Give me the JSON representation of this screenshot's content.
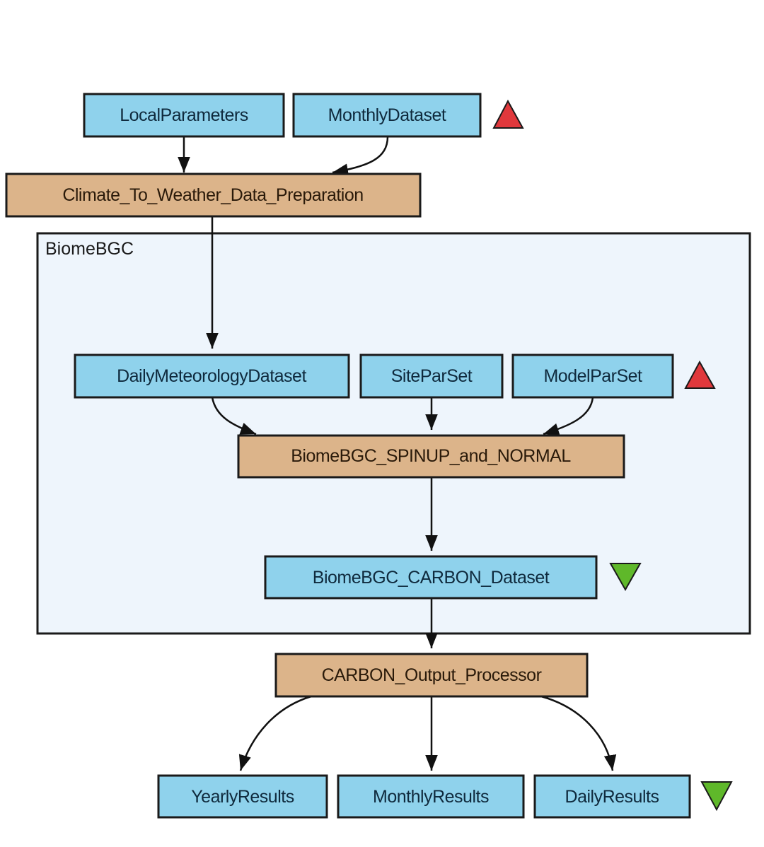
{
  "diagram": {
    "type": "workflow",
    "colors": {
      "dataset_fill": "#8fd2ec",
      "process_fill": "#dcb48a",
      "cluster_fill": "#eef5fc",
      "border": "#1a1a1a",
      "input_marker": "#e0383c",
      "output_marker": "#5fb82a"
    },
    "cluster": {
      "label": "BiomeBGC"
    },
    "nodes": {
      "local_parameters": {
        "label": "LocalParameters",
        "kind": "dataset"
      },
      "monthly_dataset": {
        "label": "MonthlyDataset",
        "kind": "dataset"
      },
      "climate_prep": {
        "label": "Climate_To_Weather_Data_Preparation",
        "kind": "process"
      },
      "daily_meteorology": {
        "label": "DailyMeteorologyDataset",
        "kind": "dataset"
      },
      "site_par_set": {
        "label": "SiteParSet",
        "kind": "dataset"
      },
      "model_par_set": {
        "label": "ModelParSet",
        "kind": "dataset"
      },
      "spinup_normal": {
        "label": "BiomeBGC_SPINUP_and_NORMAL",
        "kind": "process"
      },
      "carbon_dataset": {
        "label": "BiomeBGC_CARBON_Dataset",
        "kind": "dataset"
      },
      "carbon_processor": {
        "label": "CARBON_Output_Processor",
        "kind": "process"
      },
      "yearly_results": {
        "label": "YearlyResults",
        "kind": "dataset"
      },
      "monthly_results": {
        "label": "MonthlyResults",
        "kind": "dataset"
      },
      "daily_results": {
        "label": "DailyResults",
        "kind": "dataset"
      }
    },
    "edges": [
      {
        "from": "LocalParameters",
        "to": "Climate_To_Weather_Data_Preparation"
      },
      {
        "from": "MonthlyDataset",
        "to": "Climate_To_Weather_Data_Preparation"
      },
      {
        "from": "Climate_To_Weather_Data_Preparation",
        "to": "DailyMeteorologyDataset"
      },
      {
        "from": "DailyMeteorologyDataset",
        "to": "BiomeBGC_SPINUP_and_NORMAL"
      },
      {
        "from": "SiteParSet",
        "to": "BiomeBGC_SPINUP_and_NORMAL"
      },
      {
        "from": "ModelParSet",
        "to": "BiomeBGC_SPINUP_and_NORMAL"
      },
      {
        "from": "BiomeBGC_SPINUP_and_NORMAL",
        "to": "BiomeBGC_CARBON_Dataset"
      },
      {
        "from": "BiomeBGC_CARBON_Dataset",
        "to": "CARBON_Output_Processor"
      },
      {
        "from": "CARBON_Output_Processor",
        "to": "YearlyResults"
      },
      {
        "from": "CARBON_Output_Processor",
        "to": "MonthlyResults"
      },
      {
        "from": "CARBON_Output_Processor",
        "to": "DailyResults"
      }
    ],
    "markers": [
      {
        "type": "input",
        "icon": "red-up-triangle",
        "next_to": "MonthlyDataset"
      },
      {
        "type": "input",
        "icon": "red-up-triangle",
        "next_to": "ModelParSet"
      },
      {
        "type": "output",
        "icon": "green-down-triangle",
        "next_to": "BiomeBGC_CARBON_Dataset"
      },
      {
        "type": "output",
        "icon": "green-down-triangle",
        "next_to": "DailyResults"
      }
    ]
  }
}
